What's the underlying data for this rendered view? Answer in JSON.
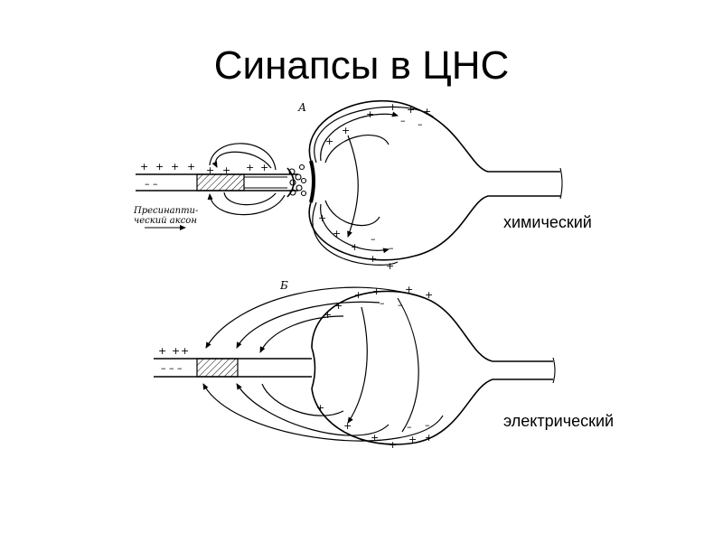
{
  "slide": {
    "title": "Синапсы в ЦНС"
  },
  "diagram": {
    "panel_a": {
      "letter": "А",
      "caption": "химический",
      "axon_label_line1": "Пресинапти-",
      "axon_label_line2": "ческий аксон"
    },
    "panel_b": {
      "letter": "Б",
      "caption": "электрический"
    }
  }
}
